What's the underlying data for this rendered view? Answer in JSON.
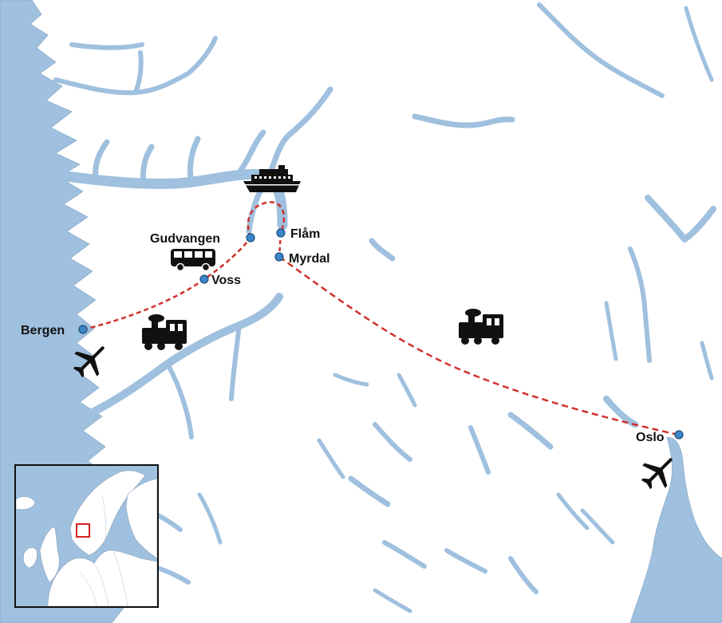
{
  "map": {
    "colors": {
      "water": "#9fc0de",
      "land": "#ffffff",
      "coast": "#7f9fbf",
      "route": "#d0312d",
      "stop": "#3a86c8",
      "stop_outline": "#1f4f7a",
      "icon": "#111111",
      "inset_highlight": "#d42020"
    },
    "cities": {
      "bergen": "Bergen",
      "voss": "Voss",
      "gudvangen": "Gudvangen",
      "flam": "Flåm",
      "myrdal": "Myrdal",
      "oslo": "Oslo"
    },
    "transport": [
      "plane-icon",
      "train-icon",
      "bus-icon",
      "ferry-icon",
      "train-icon",
      "plane-icon"
    ]
  }
}
